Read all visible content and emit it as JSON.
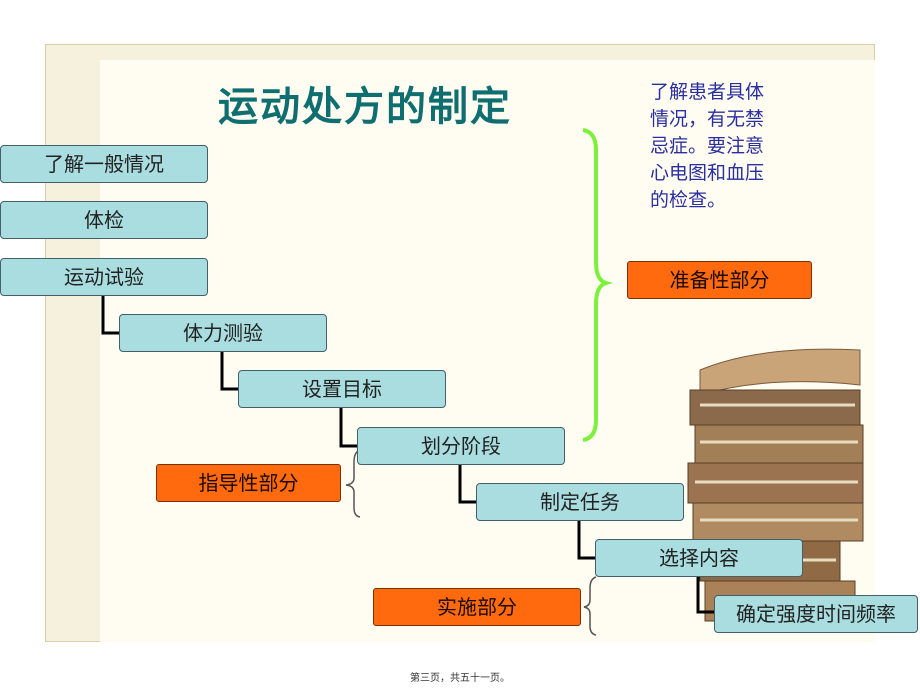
{
  "title": "运动处方的制定",
  "note": "了解患者具体\n情况，有无禁\n忌症。要注意\n心电图和血压\n的检查。",
  "steps": [
    "了解一般情况",
    "体检",
    "运动试验",
    "体力测验",
    "设置目标",
    "划分阶段",
    "制定任务",
    "选择内容",
    "确定强度时间频率"
  ],
  "sections": {
    "preparation": "准备性部分",
    "guidance": "指导性部分",
    "implementation": "实施部分"
  },
  "footer": "第三页，共五十一页。",
  "colors": {
    "step_fill": "#a9dde0",
    "tag_fill": "#ff6a0f",
    "title": "#0f6f70",
    "note": "#2a2fa0",
    "brace_green": "#7cf03a"
  }
}
